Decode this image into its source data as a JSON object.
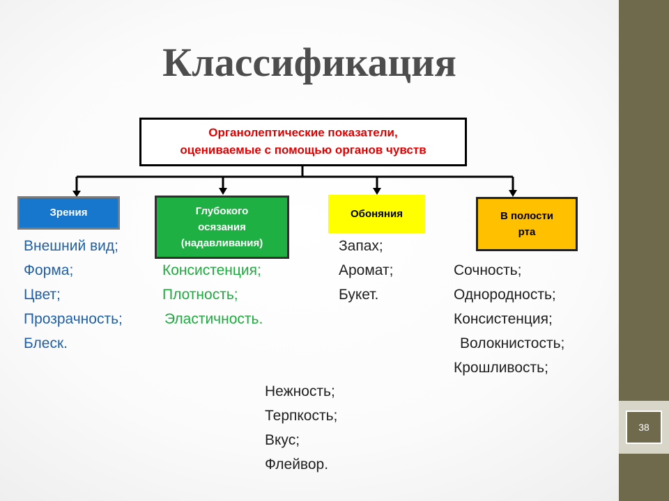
{
  "slide": {
    "title": "Классификация",
    "page_number": "38",
    "colors": {
      "sidebar": "#6f6a4c",
      "root_text": "#e00000"
    }
  },
  "root": {
    "lines": [
      "Органолептические показатели,",
      "оцениваемые с помощью органов чувств"
    ]
  },
  "categories": {
    "vision": {
      "label": [
        "Зрения"
      ],
      "color": "#1777cc",
      "items": [
        "Внешний вид;",
        "Форма;",
        "Цвет;",
        "Прозрачность;",
        "Блеск."
      ]
    },
    "touch": {
      "label": [
        "Глубокого",
        "осязания",
        "(надавливания)"
      ],
      "color": "#1fb043",
      "items": [
        "Консистенция;",
        "Плотность;",
        "Эластичность."
      ]
    },
    "smell": {
      "label": [
        "Обоняния"
      ],
      "color": "#ffff00",
      "items": [
        "Запах;",
        "Аромат;",
        "Букет."
      ]
    },
    "mouth": {
      "label": [
        "В полости",
        "рта"
      ],
      "color": "#ffc000",
      "items": [
        "Сочность;",
        "Однородность;",
        "Консистенция;",
        "Волокнистость;",
        "Крошливость;"
      ]
    }
  },
  "taste_items": [
    "Нежность;",
    "Терпкость;",
    "Вкус;",
    "Флейвор."
  ]
}
